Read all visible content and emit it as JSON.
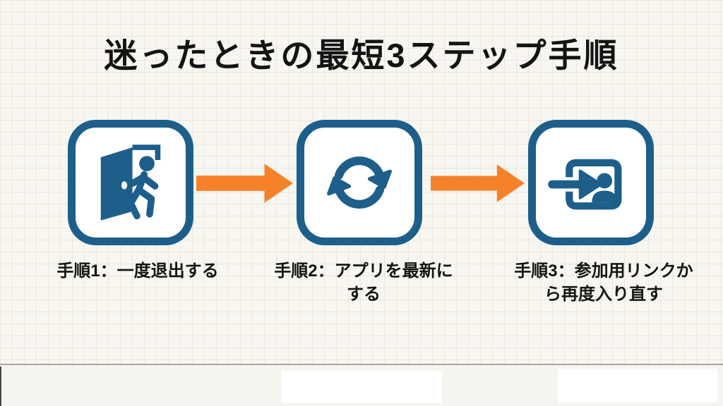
{
  "slide": {
    "title": "迷ったときの最短3ステップ手順",
    "steps": [
      {
        "number": 1,
        "icon": "exit-door-icon",
        "label": "手順1：一度退出する",
        "label_line1": "手順1：一度退出する",
        "label_line2": ""
      },
      {
        "number": 2,
        "icon": "refresh-icon",
        "label": "手順2：アプリを最新にする",
        "label_line1": "手順2：アプリを最新に",
        "label_line2": "する"
      },
      {
        "number": 3,
        "icon": "login-icon",
        "label": "手順3：参加用リンクから再度入り直す",
        "label_line1": "手順3：参加用リンクか",
        "label_line2": "ら再度入り直す"
      }
    ],
    "connector_icon": "arrow-right-icon",
    "colors": {
      "icon_blue": "#1d5f8a",
      "arrow_orange": "#f5822b",
      "background": "#f7f6f1",
      "grid_line": "#e9e6dd",
      "text": "#141414",
      "footer_divider": "#a9a7a0",
      "footer_background": "#f5f4ef",
      "placeholder_white": "#ffffff"
    },
    "footer": {
      "caption_box_left_text": "",
      "caption_box_right_text": ""
    }
  }
}
